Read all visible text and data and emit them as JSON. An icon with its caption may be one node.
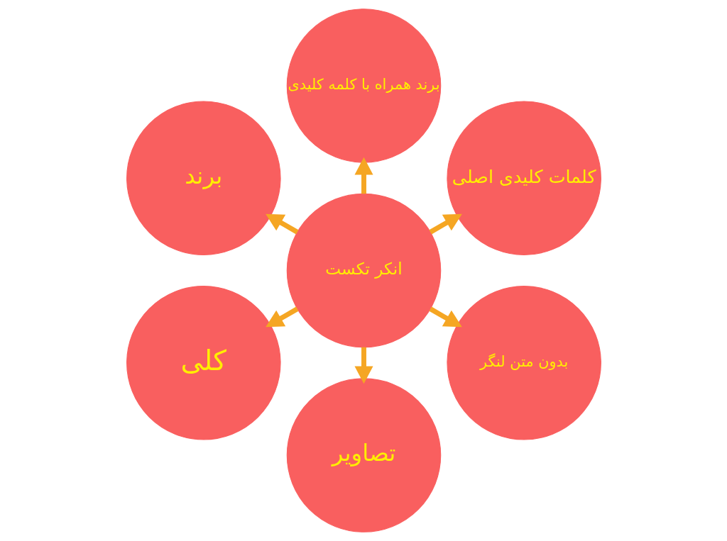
{
  "diagram": {
    "nodes": [
      {
        "text": [
          "انکر تکست"
        ]
      },
      {
        "text": [
          "کلمات کلیدی اصلی"
        ]
      },
      {
        "text": [
          "برند همراه با کلمه کلیدی"
        ]
      },
      {
        "text": [
          "برند"
        ]
      },
      {
        "text": [
          "کلی"
        ]
      },
      {
        "text": [
          "تصاویر"
        ]
      },
      {
        "text": [
          "بدون متن لنگر"
        ]
      }
    ],
    "edges": [
      {
        "from": 0,
        "to": 1,
        "arrow": "to"
      },
      {
        "from": 0,
        "to": 2,
        "arrow": "to"
      },
      {
        "from": 0,
        "to": 3,
        "arrow": "to"
      },
      {
        "from": 0,
        "to": 4,
        "arrow": "to"
      },
      {
        "from": 0,
        "to": 5,
        "arrow": "to"
      },
      {
        "from": 0,
        "to": 6,
        "arrow": "to"
      }
    ]
  }
}
